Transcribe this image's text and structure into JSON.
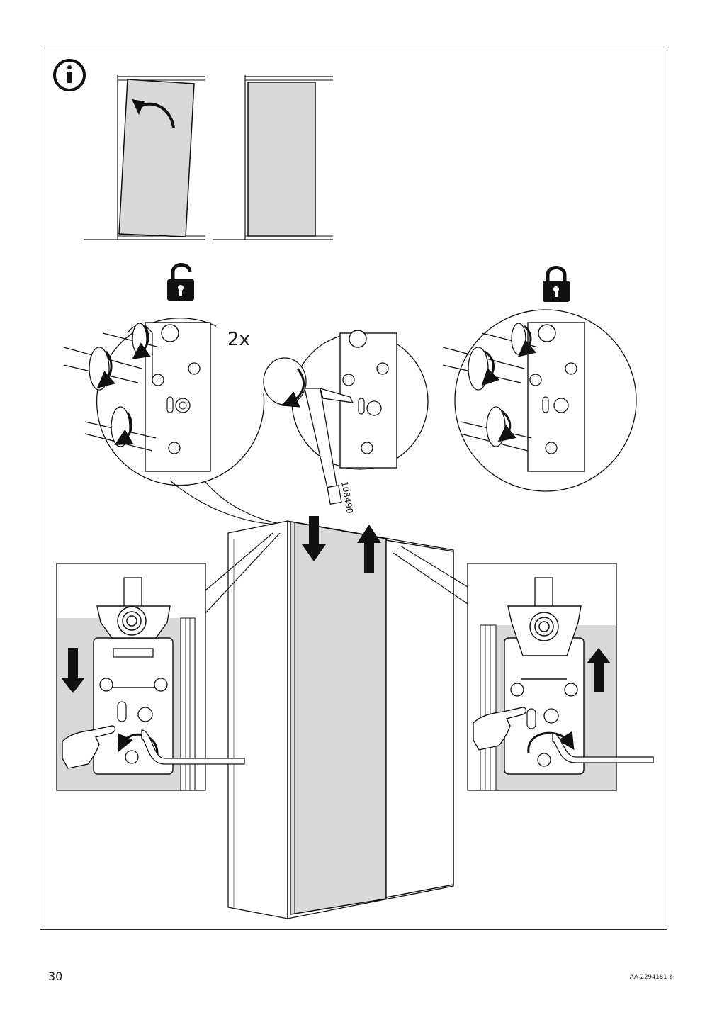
{
  "page": {
    "number": "30",
    "doc_code": "AA-2294181-6"
  },
  "step": {
    "count_label": "2x",
    "tool_code": "108490",
    "icons": [
      "info-icon",
      "unlocked-padlock-icon",
      "locked-padlock-icon",
      "pointing-hand-icon",
      "allen-key-icon",
      "screwdriver-icon"
    ]
  }
}
